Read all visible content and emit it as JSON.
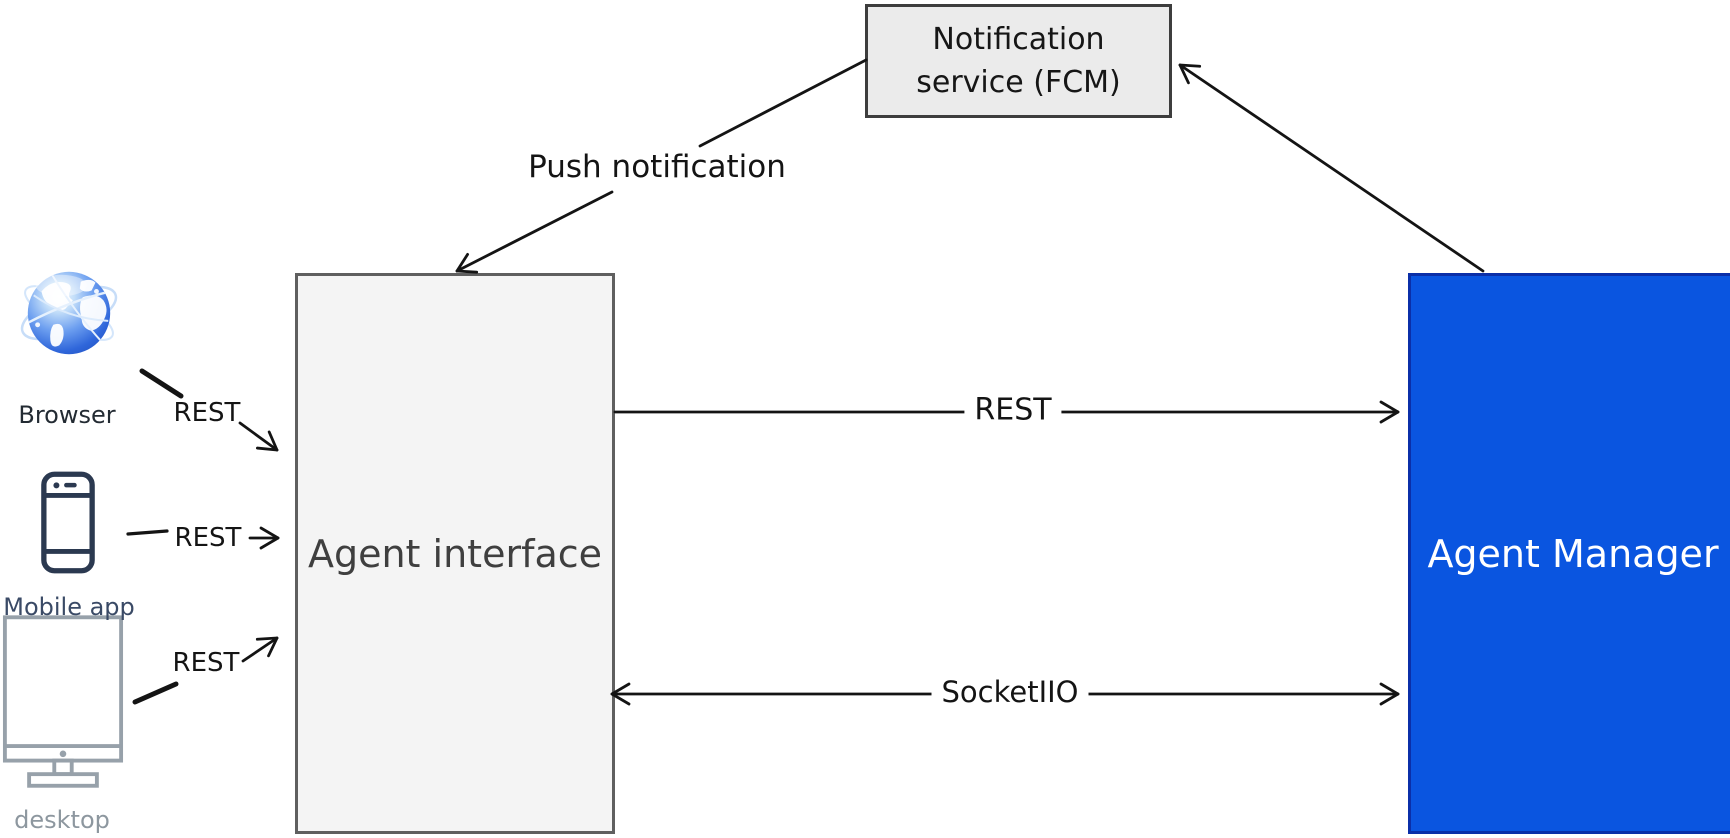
{
  "diagram": {
    "nodes": {
      "notification_service": {
        "line1": "Notification",
        "line2": "service (FCM)"
      },
      "agent_interface": {
        "label": "Agent interface"
      },
      "agent_manager": {
        "label": "Agent Manager"
      }
    },
    "clients": {
      "browser": {
        "label": "Browser",
        "icon": "globe-icon"
      },
      "mobile": {
        "label": "Mobile app",
        "icon": "smartphone-icon"
      },
      "desktop": {
        "label": "desktop",
        "icon": "monitor-icon"
      }
    },
    "edges": {
      "push_notification": {
        "label": "Push notification",
        "from": "Notification service (FCM)",
        "to": "Agent interface"
      },
      "browser_rest": {
        "label": "REST",
        "from": "Browser",
        "to": "Agent interface"
      },
      "mobile_rest": {
        "label": "REST",
        "from": "Mobile app",
        "to": "Agent interface"
      },
      "desktop_rest": {
        "label": "REST",
        "from": "desktop",
        "to": "Agent interface"
      },
      "main_rest": {
        "label": "REST",
        "from": "Agent interface",
        "to": "Agent Manager"
      },
      "socket": {
        "label": "SocketIIO",
        "from": "Agent interface",
        "to": "Agent Manager",
        "bidirectional": true
      },
      "manager_to_fcm": {
        "label": "",
        "from": "Agent Manager",
        "to": "Notification service (FCM)"
      }
    },
    "colors": {
      "notification_fill": "#ebebeb",
      "notification_border": "#3d3d3d",
      "agent_interface_fill": "#f4f4f4",
      "agent_interface_border": "#5f5f5f",
      "agent_manager_fill": "#0a55e0",
      "agent_manager_border": "#0b2fa8",
      "agent_manager_text": "#ffffff",
      "arrow_color": "#141414",
      "mobile_icon_color": "#2b3950",
      "desktop_icon_color": "#97a1aa"
    }
  }
}
